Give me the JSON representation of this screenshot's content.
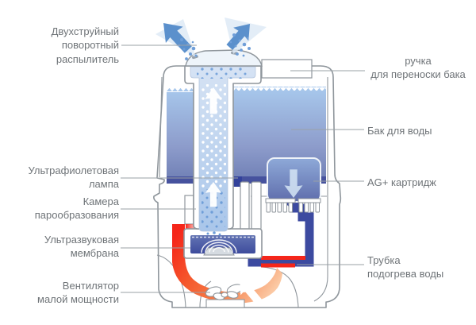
{
  "labels": {
    "sprayer": "Двухструйный\nповоротный\nраспылитель",
    "handle": "ручка\nдля переноски бака",
    "tank": "Бак для воды",
    "uv_lamp": "Ультрафиолетовая\nлампа",
    "cartridge": "AG+ картридж",
    "chamber": "Камера\nпарообразования",
    "membrane": "Ультразвуковая\nмембрана",
    "heater": "Трубка\nподогрева воды",
    "fan": "Вентилятор\nмалой мощности"
  },
  "colors": {
    "label": "#6f7478",
    "leader": "#9aa0a6",
    "outline": "#8f969c",
    "jet": "#5b90cc",
    "cone": "#dce8f5",
    "mist": "#6f9ed8",
    "chim1": "#d6e3f4",
    "chim2": "#a9c6ea",
    "tank1": "#a8c9ed",
    "tank2": "#7181b6",
    "band": "#46529e",
    "pipe": "#3c4aa0",
    "uv": "#33429b",
    "water1": "#6374b3",
    "water2": "#3c4a9c",
    "red": "#f5261a",
    "heat2": "#f67f4a",
    "heat3": "#fbc9a4",
    "cart1": "#8ea9d8",
    "cart2": "#5e6cab",
    "cartarrow": "#cfe0f2",
    "membrane": "#d5dbe1"
  }
}
